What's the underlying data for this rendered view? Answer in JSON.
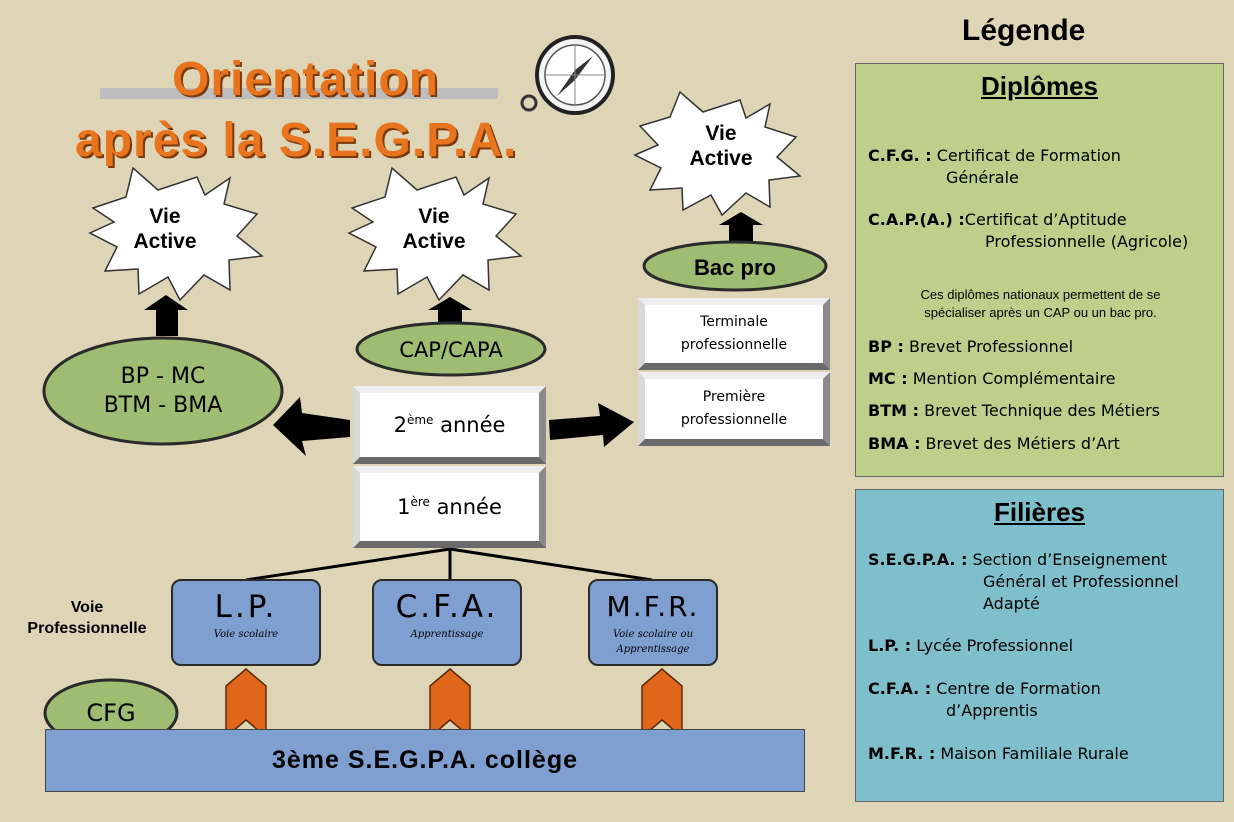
{
  "title": {
    "line1": "Orientation",
    "line2": "après la S.E.G.P.A."
  },
  "bursts": [
    {
      "line1": "Vie",
      "line2": "Active"
    },
    {
      "line1": "Vie",
      "line2": "Active"
    },
    {
      "line1": "Vie",
      "line2": "Active"
    }
  ],
  "ellipses": {
    "bp": {
      "line1": "BP - MC",
      "line2": "BTM - BMA"
    },
    "cap": "CAP/CAPA",
    "bacpro": "Bac pro",
    "cfg": "CFG"
  },
  "years": {
    "second": {
      "num": "2",
      "sup": "ème",
      "word": " année"
    },
    "first": {
      "num": "1",
      "sup": "ère",
      "word": " année"
    }
  },
  "bac_steps": {
    "terminale": {
      "line1": "Terminale",
      "line2": "professionnelle"
    },
    "premiere": {
      "line1": "Première",
      "line2": "professionnelle"
    }
  },
  "voie_label": {
    "line1": "Voie",
    "line2": "Professionnelle"
  },
  "routes": [
    {
      "abbr": "L.P.",
      "sub1": "Voie scolaire",
      "sub2": ""
    },
    {
      "abbr": "C.F.A.",
      "sub1": "Apprentissage",
      "sub2": ""
    },
    {
      "abbr": "M.F.R.",
      "sub1": "Voie scolaire ou",
      "sub2": "Apprentissage"
    }
  ],
  "base": "3ème S.E.G.P.A. collège",
  "legend": {
    "title": "Légende",
    "diplomes": {
      "heading": "Diplômes",
      "items": [
        {
          "abbr": "C.F.G. :",
          "line1": " Certificat de Formation",
          "line2": "Générale"
        },
        {
          "abbr": "C.A.P.(A.) :",
          "line1": "Certificat d’Aptitude",
          "line2": "Professionnelle (Agricole)"
        }
      ],
      "note1": "Ces diplômes nationaux permettent de se",
      "note2": "spécialiser après un CAP ou un bac pro.",
      "short": [
        {
          "abbr": "BP :",
          "text": " Brevet Professionnel"
        },
        {
          "abbr": "MC :",
          "text": " Mention Complémentaire"
        },
        {
          "abbr": "BTM :",
          "text": " Brevet Technique des Métiers"
        },
        {
          "abbr": "BMA :",
          "text": " Brevet des Métiers d’Art"
        }
      ]
    },
    "filieres": {
      "heading": "Filières",
      "segpa": {
        "abbr": "S.E.G.P.A. :",
        "line1": " Section d’Enseignement",
        "line2": "Général et Professionnel",
        "line3": "Adapté"
      },
      "lp": {
        "abbr": "L.P. :",
        "text": " Lycée Professionnel"
      },
      "cfa": {
        "abbr": "C.F.A. :",
        "line1": " Centre de Formation",
        "line2": "d’Apprentis"
      },
      "mfr": {
        "abbr": "M.F.R. :",
        "text": " Maison Familiale Rurale"
      }
    }
  },
  "colors": {
    "background": "#ded4b6",
    "green": "#9fbc73",
    "legend_green": "#bcd08c",
    "blue": "#7e9fd0",
    "legend_blue": "#7fbfcc",
    "orange": "#e8741e",
    "arrow_orange": "#e0661c"
  }
}
